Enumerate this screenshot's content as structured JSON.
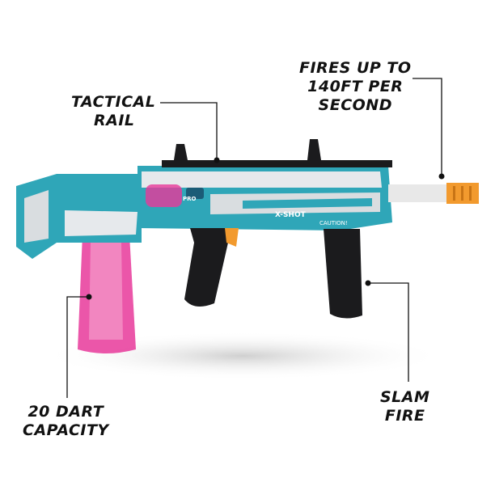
{
  "callouts": {
    "tactical_rail": [
      "TACTICAL",
      "RAIL"
    ],
    "fire_speed": [
      "FIRES UP TO",
      "140FT PER",
      "SECOND"
    ],
    "capacity": [
      "20 DART",
      "CAPACITY"
    ],
    "slam_fire": [
      "SLAM",
      "FIRE"
    ]
  },
  "product_markings": [
    "X-SHOT",
    "PRO",
    "CAUTION!"
  ],
  "colors": {
    "teal": "#2fa6b8",
    "magazine_pink": "#e8389a",
    "barrel_orange": "#f29a2e",
    "grip_black": "#1b1b1d",
    "silver": "#d9dde0"
  }
}
